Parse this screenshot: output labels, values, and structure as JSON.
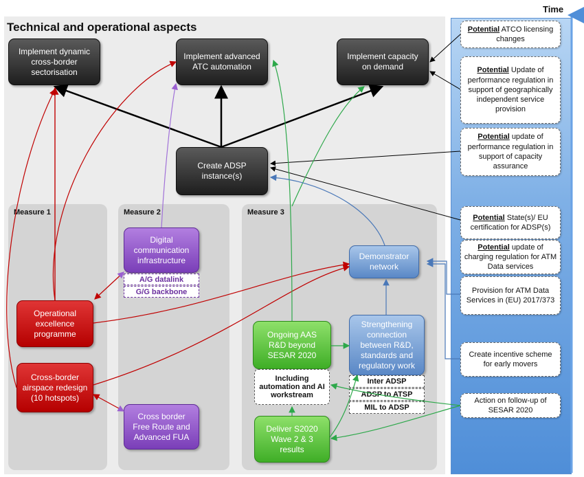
{
  "header": {
    "title": "Technical and operational aspects",
    "time_label": "Time"
  },
  "top_goals": {
    "dynamic_sectorisation": "Implement dynamic cross-border sectorisation",
    "atc_automation": "Implement advanced ATC automation",
    "capacity_on_demand": "Implement capacity on demand",
    "adsp_instance": "Create ADSP instance(s)"
  },
  "measure1": {
    "label": "Measure 1",
    "operational_excellence": "Operational excellence programme",
    "airspace_redesign": "Cross-border airspace redesign (10 hotspots)"
  },
  "measure2": {
    "label": "Measure 2",
    "digital_infrastructure": "Digital communication infrastructure",
    "ag_datalink": "A/G datalink",
    "gg_backbone": "G/G backbone",
    "free_route": "Cross border Free Route and Advanced FUA"
  },
  "measure3": {
    "label": "Measure 3",
    "demonstrator": "Demonstrator network",
    "ongoing_aas": "Ongoing AAS R&D beyond SESAR 2020",
    "including_automation": "Including automation and AI workstream",
    "strengthening": "Strengthening connection between R&D, standards and regulatory work",
    "inter_adsp": "Inter ADSP",
    "adsp_to_atsp": "ADSP to ATSP",
    "mil_to_adsp": "MIL to ADSP",
    "deliver_s2020": "Deliver S2020 Wave 2 & 3 results"
  },
  "timeline": {
    "potential_word": "Potential",
    "atco_licensing": "ATCO licensing changes",
    "performance_geo": "Update of performance regulation in support of geographically independent service provision",
    "performance_capacity": "update of performance regulation in support of capacity assurance",
    "certification": "State(s)/ EU certification for ADSP(s)",
    "charging": "update of charging regulation for ATM Data services",
    "provision": "Provision for ATM Data Services in (EU) 2017/373",
    "incentive": "Create incentive scheme for early movers",
    "followup": "Action on follow-up of SESAR 2020"
  },
  "colors": {
    "dark_goal": "#2b2b2b",
    "measure1_red": "#c80000",
    "measure2_purple": "#8e4fc9",
    "measure3_green": "#4cbb30",
    "measure3_blue": "#6f98d0",
    "time_bar": "#5b95dc"
  }
}
